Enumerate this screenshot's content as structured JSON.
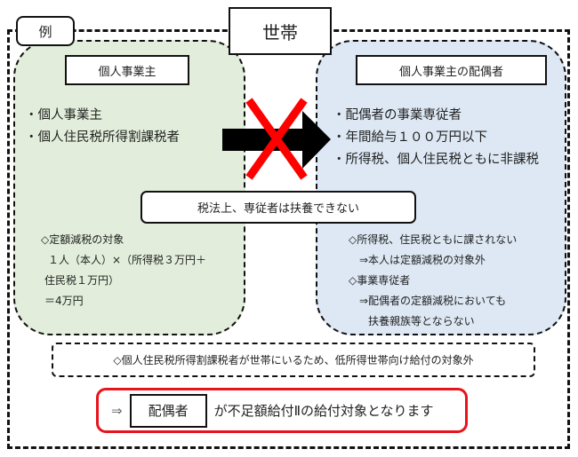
{
  "tab_label": "例",
  "household_label": "世帯",
  "left_panel": {
    "header": "個人事業主",
    "bullets": [
      "・個人事業主",
      "・個人住民税所得割課税者"
    ],
    "notes": [
      "◇定額減税の対象",
      "１人（本人）×（所得税３万円＋",
      "住民税１万円）",
      "＝4万円"
    ]
  },
  "right_panel": {
    "header": "個人事業主の配偶者",
    "bullets": [
      "・配偶者の事業専従者",
      "・年間給与１００万円以下",
      "・所得税、個人住民税ともに非課税"
    ],
    "notes": [
      "◇所得税、住民税ともに課されない",
      "⇒本人は定額減税の対象外",
      "◇事業専従者",
      "⇒配偶者の定額減税においても",
      "扶養親族等とならない"
    ]
  },
  "banner": "税法上、専従者は扶養できない",
  "footnote": "◇個人住民税所得割課税者が世帯にいるため、低所得世帯向け給付の対象外",
  "result": {
    "arrow": "⇒",
    "target": "配偶者",
    "text": "が不足額給付Ⅱの給付対象となります"
  },
  "colors": {
    "green": "#e2eedb",
    "blue": "#dde8f4",
    "red": "#e8141c"
  }
}
